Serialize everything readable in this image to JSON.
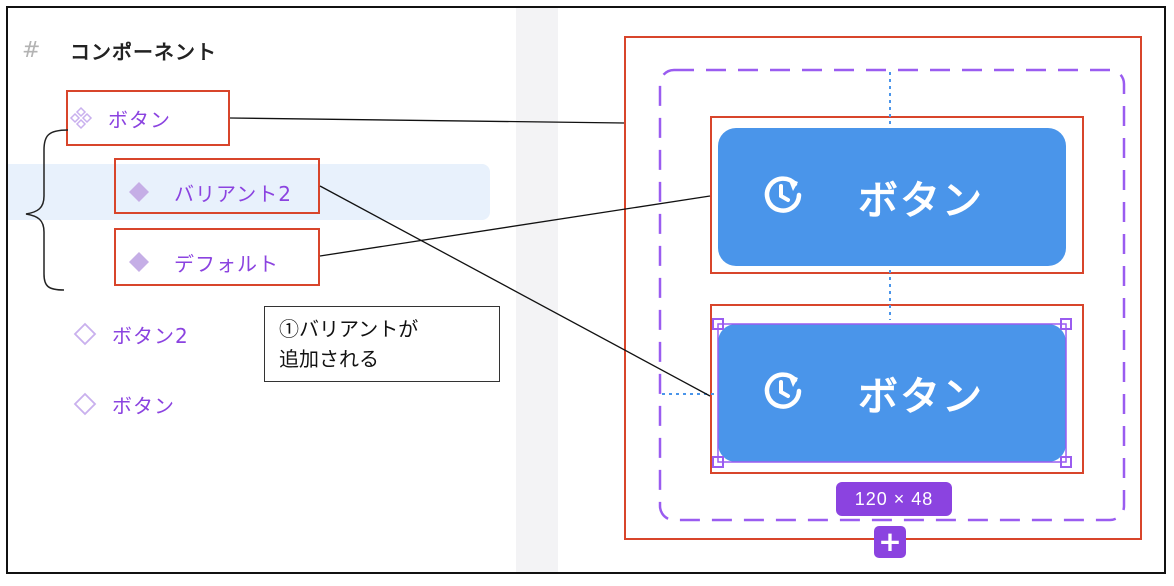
{
  "layers": {
    "header_title": "コンポーネント",
    "items": [
      {
        "label": "ボタン",
        "icon": "component-set-icon"
      },
      {
        "label": "バリアント2",
        "icon": "variant-filled-icon",
        "selected": true
      },
      {
        "label": "デフォルト",
        "icon": "variant-filled-icon"
      },
      {
        "label": "ボタン2",
        "icon": "component-outline-icon"
      },
      {
        "label": "ボタン",
        "icon": "component-outline-icon"
      }
    ]
  },
  "callout": {
    "line1": "①バリアントが",
    "line2": "追加される"
  },
  "canvas": {
    "button_top_label": "ボタン",
    "button_bottom_label": "ボタン",
    "size_badge": "120 × 48",
    "add_label": "+"
  },
  "colors": {
    "accent_purple": "#8b43e0",
    "button_blue": "#4a95ea",
    "annotation_red": "#d8452b",
    "selection_bg": "#e8f1fc"
  }
}
